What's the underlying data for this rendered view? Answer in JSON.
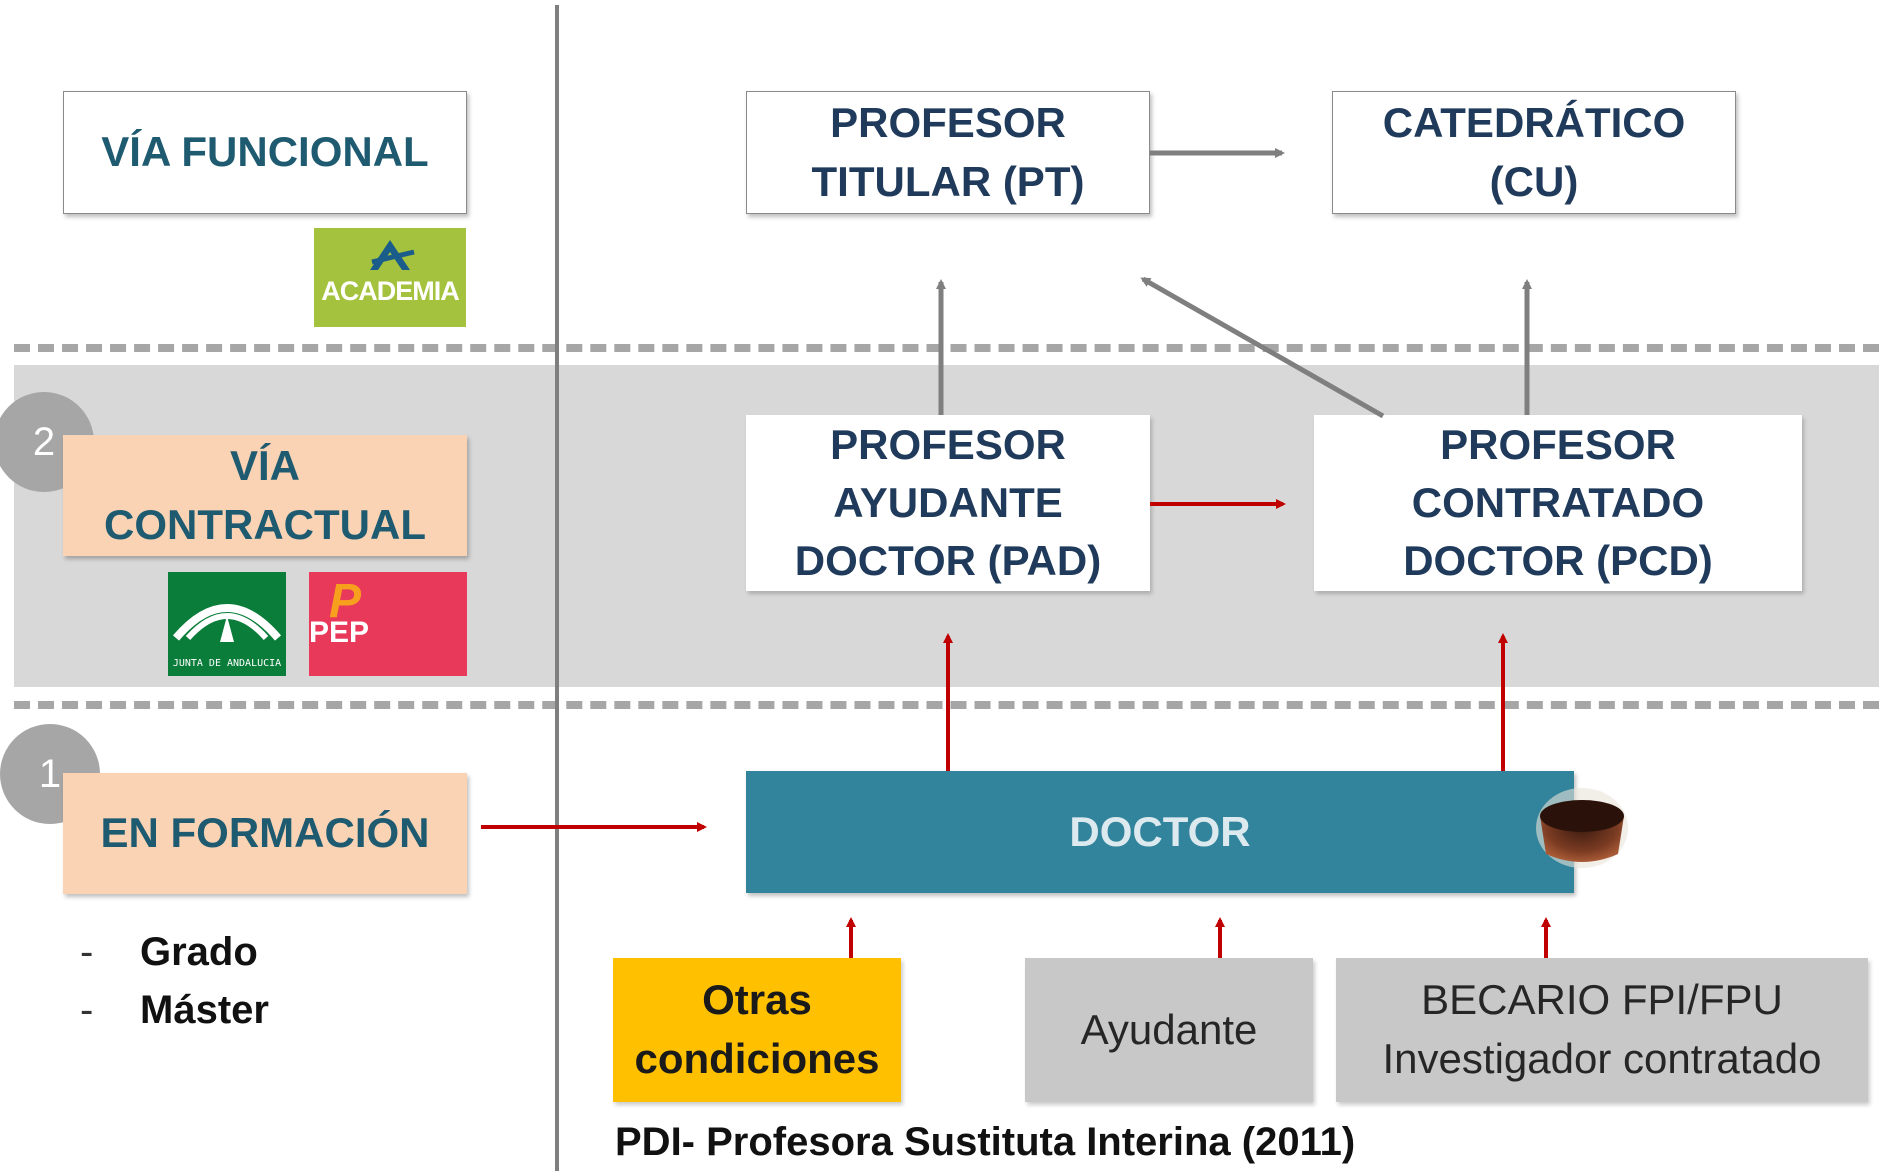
{
  "left": {
    "via_funcional": "VÍA FUNCIONAL",
    "via_contractual": "VÍA\nCONTRACTUAL",
    "en_formacion": "EN FORMACIÓN",
    "circle_2": "2",
    "circle_1": "1",
    "bullets": [
      "Grado",
      "Máster"
    ],
    "bullet_dash": "-"
  },
  "logos": {
    "academia": "ACADEMIA",
    "junta": "JUNTA DE ANDALUCIA",
    "pep": "PEP",
    "pep_mark": "P"
  },
  "positions": {
    "pt": "PROFESOR\nTITULAR (PT)",
    "cu": "CATEDRÁTICO\n(CU)",
    "pad": "PROFESOR\nAYUDANTE\nDOCTOR (PAD)",
    "pcd": "PROFESOR\nCONTRATADO\nDOCTOR (PCD)",
    "doctor": "DOCTOR"
  },
  "entry": {
    "otras": "Otras\ncondiciones",
    "ayudante": "Ayudante",
    "becario": "BECARIO FPI/FPU\nInvestigador contratado"
  },
  "caption": "PDI- Profesora Sustituta Interina (2011)",
  "colors": {
    "teal": "#31849b",
    "peach": "#fad3b5",
    "yellow": "#ffc000",
    "red_arrow": "#c00000",
    "gray_arrow": "#7f7f7f",
    "academia_green": "#a4c23d",
    "junta_green": "#0a7d3a",
    "pep_red": "#e8395a"
  }
}
